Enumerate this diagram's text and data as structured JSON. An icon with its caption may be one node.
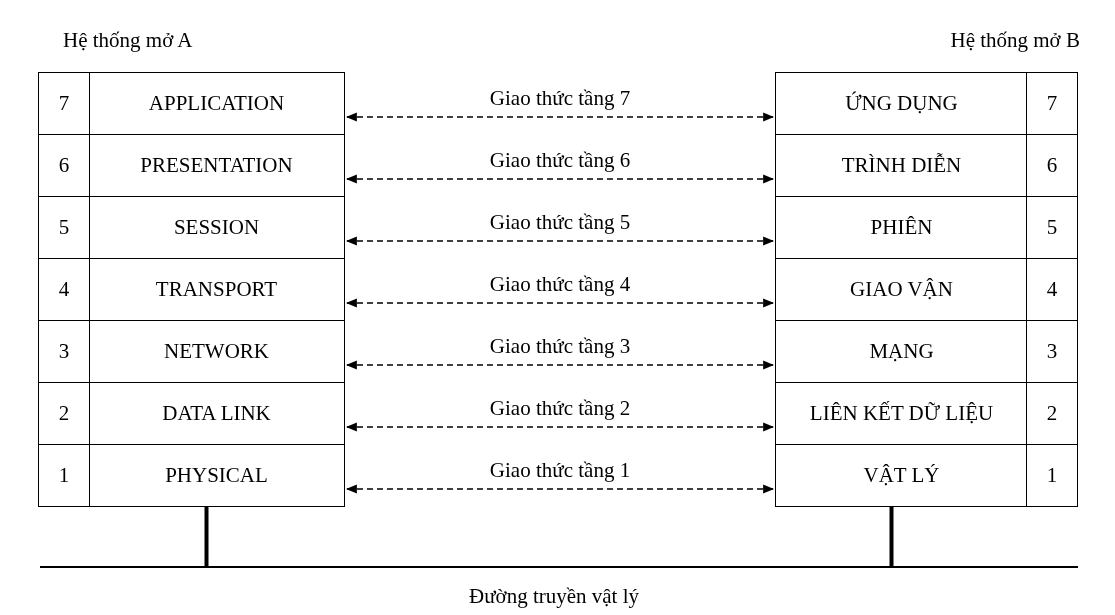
{
  "diagram": {
    "nodes": [
      {
        "text": [
          "Hệ thống mở A"
        ]
      },
      {
        "text": [
          "7",
          "APPLICATION"
        ],
        "in": 0
      },
      {
        "text": [
          "6",
          "PRESENTATION"
        ],
        "in": 0
      },
      {
        "text": [
          "5",
          "SESSION"
        ],
        "in": 0
      },
      {
        "text": [
          "4",
          "TRANSPORT"
        ],
        "in": 0
      },
      {
        "text": [
          "3",
          "NETWORK"
        ],
        "in": 0
      },
      {
        "text": [
          "2",
          "DATA LINK"
        ],
        "in": 0
      },
      {
        "text": [
          "1",
          "PHYSICAL"
        ],
        "in": 0
      },
      {
        "text": [
          "Hệ thống mở B"
        ]
      },
      {
        "text": [
          "ỨNG DỤNG",
          "7"
        ],
        "in": 8
      },
      {
        "text": [
          "TRÌNH DIỄN",
          "6"
        ],
        "in": 8
      },
      {
        "text": [
          "PHIÊN",
          "5"
        ],
        "in": 8
      },
      {
        "text": [
          "GIAO VẬN",
          "4"
        ],
        "in": 8
      },
      {
        "text": [
          "MẠNG",
          "3"
        ],
        "in": 8
      },
      {
        "text": [
          "LIÊN KẾT DỮ LIỆU",
          "2"
        ],
        "in": 8
      },
      {
        "text": [
          "VẬT LÝ",
          "1"
        ],
        "in": 8
      },
      {
        "text": [],
        "shape": "bar",
        "beside": [
          "Đường truyền vật lý"
        ]
      }
    ],
    "edges": [
      {
        "from": 1,
        "to": 9,
        "arrow": "both",
        "style": "dashed",
        "label": "Giao thức tầng 7"
      },
      {
        "from": 2,
        "to": 10,
        "arrow": "both",
        "style": "dashed",
        "label": "Giao thức tầng 6"
      },
      {
        "from": 3,
        "to": 11,
        "arrow": "both",
        "style": "dashed",
        "label": "Giao thức tầng 5"
      },
      {
        "from": 4,
        "to": 12,
        "arrow": "both",
        "style": "dashed",
        "label": "Giao thức tầng 4"
      },
      {
        "from": 5,
        "to": 13,
        "arrow": "both",
        "style": "dashed",
        "label": "Giao thức tầng 3"
      },
      {
        "from": 6,
        "to": 14,
        "arrow": "both",
        "style": "dashed",
        "label": "Giao thức tầng 2"
      },
      {
        "from": 7,
        "to": 15,
        "arrow": "both",
        "style": "dashed",
        "label": "Giao thức tầng 1"
      },
      {
        "from": 7,
        "to": 16,
        "arrow": "none",
        "style": "thick"
      },
      {
        "from": 15,
        "to": 16,
        "arrow": "none",
        "style": "thick"
      }
    ]
  }
}
